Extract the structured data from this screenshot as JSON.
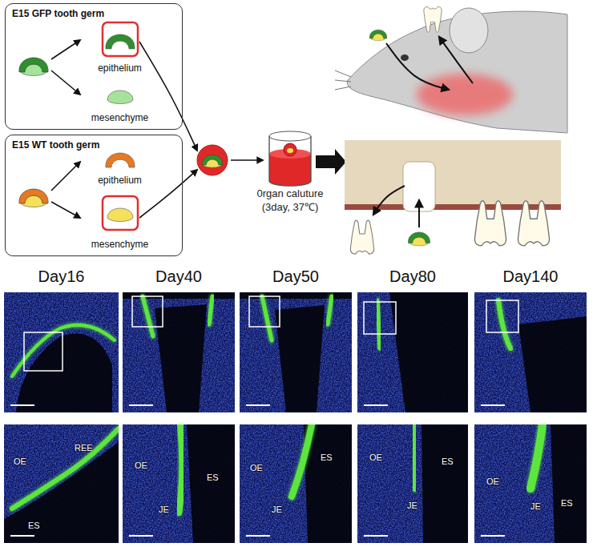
{
  "diagram": {
    "nodes": [
      {
        "text": [
          "E15 GFP tooth germ"
        ]
      },
      {
        "text": [
          "epithelium"
        ],
        "in": 0
      },
      {
        "text": [
          "mesenchyme"
        ],
        "in": 0
      },
      {
        "text": [
          "E15 WT tooth germ"
        ]
      },
      {
        "text": [
          "epithelium"
        ],
        "in": 3
      },
      {
        "text": [
          "mesenchyme"
        ],
        "in": 3
      }
    ],
    "labels": [
      "0rgan caluture (3day, 37℃)",
      "Day16",
      "Day40",
      "Day50",
      "Day80",
      "Day140",
      "OE",
      "REE",
      "ES",
      "OE",
      "JE",
      "ES",
      "OE",
      "ES",
      "JE",
      "OE",
      "JE",
      "ES",
      "OE",
      "ES",
      "JE"
    ]
  }
}
